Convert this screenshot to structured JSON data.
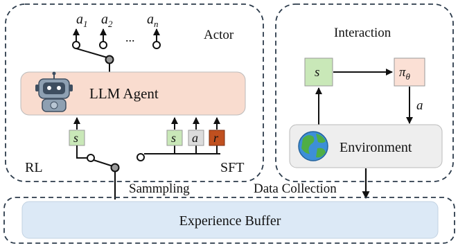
{
  "actor": {
    "title": "Actor",
    "outputs": [
      {
        "base": "a",
        "sub": "1"
      },
      {
        "base": "a",
        "sub": "2"
      },
      {
        "base": "a",
        "sub": "n"
      }
    ],
    "ellipsis": "...",
    "agent_label": "LLM Agent",
    "rl_label": "RL",
    "sft_label": "SFT",
    "rl_inputs": [
      {
        "symbol": "s",
        "color": "#c9e8b8"
      }
    ],
    "sft_inputs": [
      {
        "symbol": "s",
        "color": "#c9e8b8"
      },
      {
        "symbol": "a",
        "color": "#dcdcdc"
      },
      {
        "symbol": "r",
        "color": "#c0501f"
      }
    ]
  },
  "interaction": {
    "title": "Interaction",
    "state": "s",
    "policy_base": "π",
    "policy_sub": "θ",
    "action": "a",
    "environment": "Environment"
  },
  "flow": {
    "sampling": "Sammpling",
    "data_collection": "Data Collection"
  },
  "buffer": {
    "label": "Experience Buffer"
  },
  "colors": {
    "agent_fill": "#f9dccf",
    "state_fill": "#c9e8b8",
    "policy_fill": "#fbe0d5",
    "env_fill": "#eeeeee",
    "buffer_fill": "#dce9f6",
    "dashed": "#2b3a4a"
  }
}
